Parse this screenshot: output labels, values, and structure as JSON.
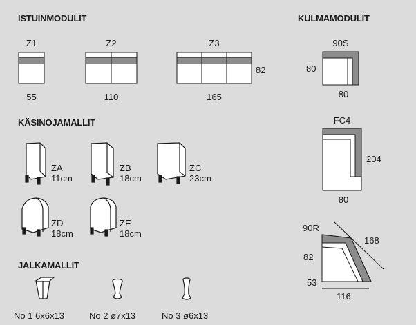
{
  "headings": {
    "seat_modules": "ISTUINMODULIT",
    "corner_modules": "KULMAMODULIT",
    "armrest_models": "KÄSINOJAMALLIT",
    "leg_models": "JALKAMALLIT"
  },
  "seat_modules": [
    {
      "code": "Z1",
      "width": "55"
    },
    {
      "code": "Z2",
      "width": "110"
    },
    {
      "code": "Z3",
      "width": "165"
    }
  ],
  "seat_depth": "82",
  "corner_modules": [
    {
      "code": "90S",
      "left": "80",
      "bottom": "80"
    },
    {
      "code": "FC4",
      "right": "204",
      "bottom": "80"
    },
    {
      "code": "90R",
      "left": "82",
      "diagonal": "168",
      "short": "53",
      "bottom": "116"
    }
  ],
  "armrests": [
    {
      "code": "ZA",
      "size": "11cm"
    },
    {
      "code": "ZB",
      "size": "18cm"
    },
    {
      "code": "ZC",
      "size": "23cm"
    },
    {
      "code": "ZD",
      "size": "18cm"
    },
    {
      "code": "ZE",
      "size": "18cm"
    }
  ],
  "legs": [
    {
      "label": "No 1 6x6x13"
    },
    {
      "label": "No 2 ø7x13"
    },
    {
      "label": "No 3 ø6x13"
    }
  ],
  "colors": {
    "background": "#dcdcdc",
    "shade": "#8c8c8c",
    "outline": "#1a1a1a",
    "fill": "#ffffff"
  }
}
